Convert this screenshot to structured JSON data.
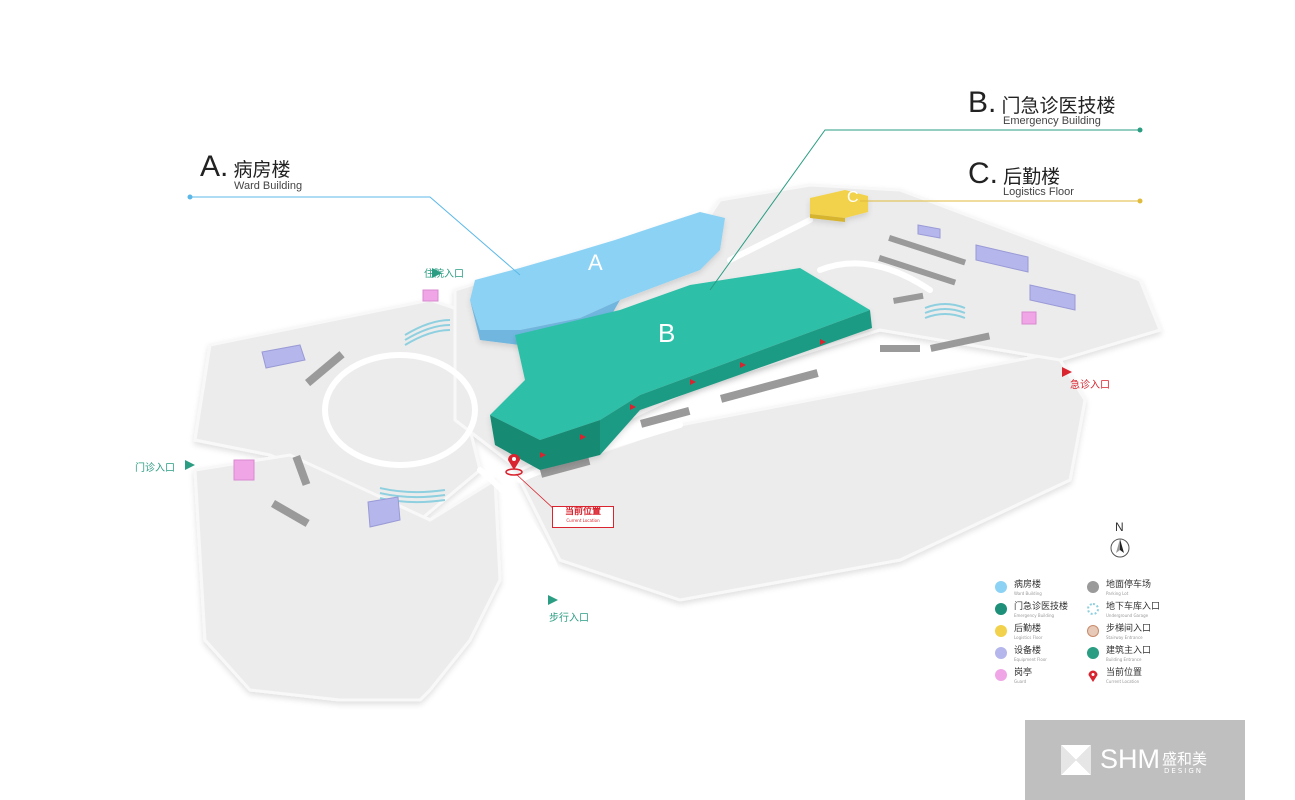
{
  "callouts": {
    "a": {
      "letter": "A",
      "cn": "病房楼",
      "en": "Ward Building",
      "color": "#5bb8e8"
    },
    "b": {
      "letter": "B",
      "cn": "门急诊医技楼",
      "en": "Emergency Building",
      "color": "#2a9d82"
    },
    "c": {
      "letter": "C",
      "cn": "后勤楼",
      "en": "Logistics Floor",
      "color": "#e0bb3c"
    }
  },
  "building_labels": {
    "a": "A",
    "b": "B",
    "c": "C"
  },
  "entrances": {
    "inpatient": "住院入口",
    "outpatient": "门诊入口",
    "emergency": "急诊入口",
    "pedestrian": "步行入口"
  },
  "current_location": {
    "cn": "当前位置",
    "en": "Current Location"
  },
  "compass": {
    "label": "N"
  },
  "legend": [
    {
      "cn": "病房楼",
      "en": "Ward Building",
      "icon": "ward-building-icon",
      "color": "#8cd2f4"
    },
    {
      "cn": "门急诊医技楼",
      "en": "Emergency Building",
      "icon": "emergency-building-icon",
      "color": "#1e8f78"
    },
    {
      "cn": "后勤楼",
      "en": "Logistics Floor",
      "icon": "logistics-building-icon",
      "color": "#f2d24c"
    },
    {
      "cn": "设备楼",
      "en": "Equipment Floor",
      "icon": "equipment-building-icon",
      "color": "#b4b6ec"
    },
    {
      "cn": "岗亭",
      "en": "Guard",
      "icon": "guard-booth-icon",
      "color": "#f0a6e6"
    },
    {
      "cn": "地面停车场",
      "en": "Parking Lot",
      "icon": "parking-lot-icon",
      "color": "#9a9a9a"
    },
    {
      "cn": "地下车库入口",
      "en": "Underground Garage",
      "icon": "underground-garage-icon",
      "color": "#8fd0e0"
    },
    {
      "cn": "步梯间入口",
      "en": "Stairway Entrance",
      "icon": "stairway-entrance-icon",
      "color": "#c98a6a"
    },
    {
      "cn": "建筑主入口",
      "en": "Building Entrance",
      "icon": "building-entrance-icon",
      "color": "#2a9d82"
    },
    {
      "cn": "当前位置",
      "en": "Current Location",
      "icon": "location-pin-icon",
      "color": "#d9232e"
    }
  ],
  "brand": {
    "name": "SHM",
    "cn": "盛和美",
    "sub": "DESIGN"
  }
}
